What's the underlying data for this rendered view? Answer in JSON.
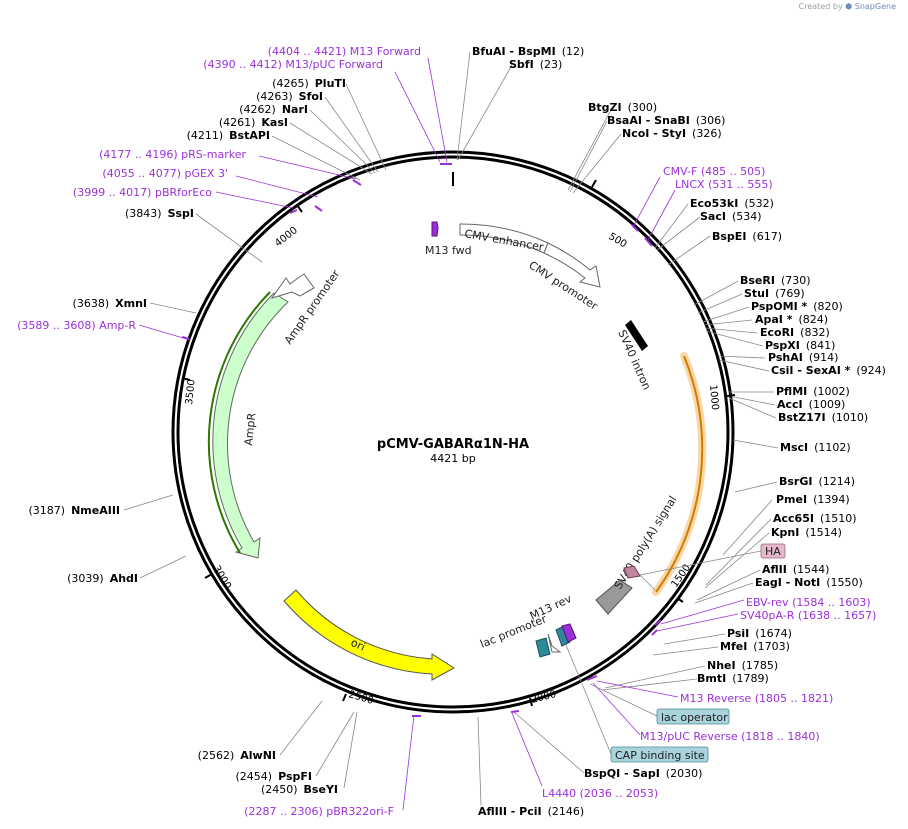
{
  "credit": {
    "prefix": "Created by",
    "brand": "SnapGene"
  },
  "plasmid": {
    "name": "pCMV-GABARα1N-HA",
    "length": "4421 bp"
  },
  "ticks": [
    "500",
    "1000",
    "1500",
    "2000",
    "2500",
    "3000",
    "3500",
    "4000"
  ],
  "sites_right": [
    {
      "name": "BfuAI  - BspMI",
      "pos": "(12)"
    },
    {
      "name": "SbfI",
      "pos": "(23)"
    },
    {
      "name": "BtgZI",
      "pos": "(300)"
    },
    {
      "name": "BsaAI  - SnaBI",
      "pos": "(306)"
    },
    {
      "name": "NcoI  - StyI",
      "pos": "(326)"
    },
    {
      "name": "Eco53kI",
      "pos": "(532)"
    },
    {
      "name": "SacI",
      "pos": "(534)"
    },
    {
      "name": "BspEI",
      "pos": "(617)"
    },
    {
      "name": "BseRI",
      "pos": "(730)"
    },
    {
      "name": "StuI",
      "pos": "(769)"
    },
    {
      "name": "PspOMI *",
      "pos": "(820)"
    },
    {
      "name": "ApaI *",
      "pos": "(824)"
    },
    {
      "name": "EcoRI",
      "pos": "(832)"
    },
    {
      "name": "PspXI",
      "pos": "(841)"
    },
    {
      "name": "PshAI",
      "pos": "(914)"
    },
    {
      "name": "CsiI  - SexAI *",
      "pos": "(924)"
    },
    {
      "name": "PflMI",
      "pos": "(1002)"
    },
    {
      "name": "AccI",
      "pos": "(1009)"
    },
    {
      "name": "BstZ17I",
      "pos": "(1010)"
    },
    {
      "name": "MscI",
      "pos": "(1102)"
    },
    {
      "name": "BsrGI",
      "pos": "(1214)"
    },
    {
      "name": "PmeI",
      "pos": "(1394)"
    },
    {
      "name": "Acc65I",
      "pos": "(1510)"
    },
    {
      "name": "KpnI",
      "pos": "(1514)"
    },
    {
      "name": "AflII",
      "pos": "(1544)"
    },
    {
      "name": "EagI  - NotI",
      "pos": "(1550)"
    },
    {
      "name": "PsiI",
      "pos": "(1674)"
    },
    {
      "name": "MfeI",
      "pos": "(1703)"
    },
    {
      "name": "NheI",
      "pos": "(1785)"
    },
    {
      "name": "BmtI",
      "pos": "(1789)"
    },
    {
      "name": "BspQI  - SapI",
      "pos": "(2030)"
    },
    {
      "name": "AflIII  - PciI",
      "pos": "(2146)"
    }
  ],
  "sites_left": [
    {
      "name": "PluTI",
      "pos": "(4265)"
    },
    {
      "name": "SfoI",
      "pos": "(4263)"
    },
    {
      "name": "NarI",
      "pos": "(4262)"
    },
    {
      "name": "KasI",
      "pos": "(4261)"
    },
    {
      "name": "BstAPI",
      "pos": "(4211)"
    },
    {
      "name": "SspI",
      "pos": "(3843)"
    },
    {
      "name": "XmnI",
      "pos": "(3638)"
    },
    {
      "name": "NmeAIII",
      "pos": "(3187)"
    },
    {
      "name": "AhdI",
      "pos": "(3039)"
    },
    {
      "name": "AlwNI",
      "pos": "(2562)"
    },
    {
      "name": "PspFI",
      "pos": "(2454)"
    },
    {
      "name": "BseYI",
      "pos": "(2450)"
    }
  ],
  "primers": [
    {
      "text": "(4404 .. 4421)  M13 Forward"
    },
    {
      "text": "(4390 .. 4412)  M13/pUC Forward"
    },
    {
      "text": "(4177 .. 4196)  pRS-marker"
    },
    {
      "text": "(4055 .. 4077)  pGEX 3'"
    },
    {
      "text": "(3999 .. 4017)  pBRforEco"
    },
    {
      "text": "(3589 .. 3608)  Amp-R"
    },
    {
      "text": "CMV-F    (485 .. 505)"
    },
    {
      "text": "LNCX    (531 .. 555)"
    },
    {
      "text": "EBV-rev    (1584 .. 1603)"
    },
    {
      "text": "SV40pA-R    (1638 .. 1657)"
    },
    {
      "text": "M13 Reverse    (1805 .. 1821)"
    },
    {
      "text": "M13/pUC Reverse    (1818 .. 1840)"
    },
    {
      "text": "L4440    (2036 .. 2053)"
    },
    {
      "text": "(2287 .. 2306)  pBR322ori-F"
    }
  ],
  "features": {
    "cmv_enhancer": "CMV enhancer",
    "cmv_promoter": "CMV promoter",
    "sv40_intron": "SV40 intron",
    "sv40_polya": "SV40 poly(A) signal",
    "ampr_promoter": "AmpR promoter",
    "ampr": "AmpR",
    "ori": "ori",
    "m13_fwd": "M13 fwd",
    "m13_rev": "M13 rev",
    "lac_promoter": "lac promoter",
    "ha": "HA",
    "lac_operator": "lac operator",
    "cap_site": "CAP binding site"
  },
  "colors": {
    "primer": "#9b30d9",
    "ori": "#ffff00",
    "ampr": "#ccffcc",
    "sv40pa": "#999999",
    "ha_box": "#e6b8cc",
    "label_box": "#a9d3da"
  }
}
